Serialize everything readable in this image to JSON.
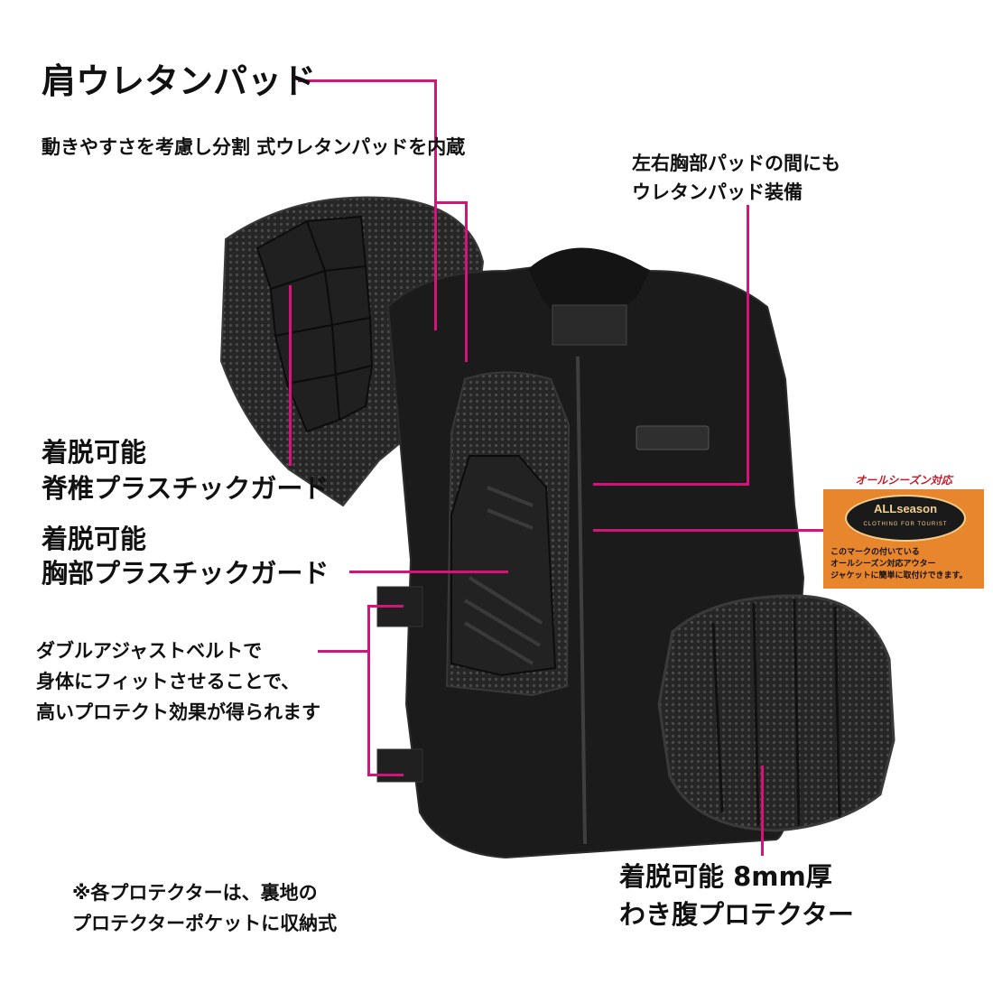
{
  "labels": {
    "shoulder_pad_title": "肩ウレタンパッド",
    "shoulder_pad_desc": "動きやすさを考慮し分割 式ウレタンパッドを内蔵",
    "chest_mid_line1": "左右胸部パッドの間にも",
    "chest_mid_line2": "ウレタンパッド装備",
    "spine_line1": "着脱可能",
    "spine_line2": "脊椎プラスチックガード",
    "chest_line1": "着脱可能",
    "chest_line2": "胸部プラスチックガード",
    "belt_line1": "ダブルアジャストベルトで",
    "belt_line2": "身体にフィットさせることで、",
    "belt_line3": "高いプロテクト効果が得られます",
    "side_line1": "着脱可能 8mm厚",
    "side_line2": "わき腹プロテクター",
    "note_line1": "※各プロテクターは、裏地の",
    "note_line2": "プロテクターポケットに収納式"
  },
  "badge": {
    "heading": "オールシーズン対応",
    "brand": "ALLseason",
    "tagline": "CLOTHING FOR TOURIST",
    "text_line1": "このマークの付いている",
    "text_line2": "オールシーズン対応アウター",
    "text_line3": "ジャケットに簡単に取付けできます。"
  },
  "colors": {
    "leader_line": "#d4147a",
    "vest": "#1b1b1b",
    "badge_bg": "#e8862e",
    "badge_heading": "#c41d2a"
  }
}
